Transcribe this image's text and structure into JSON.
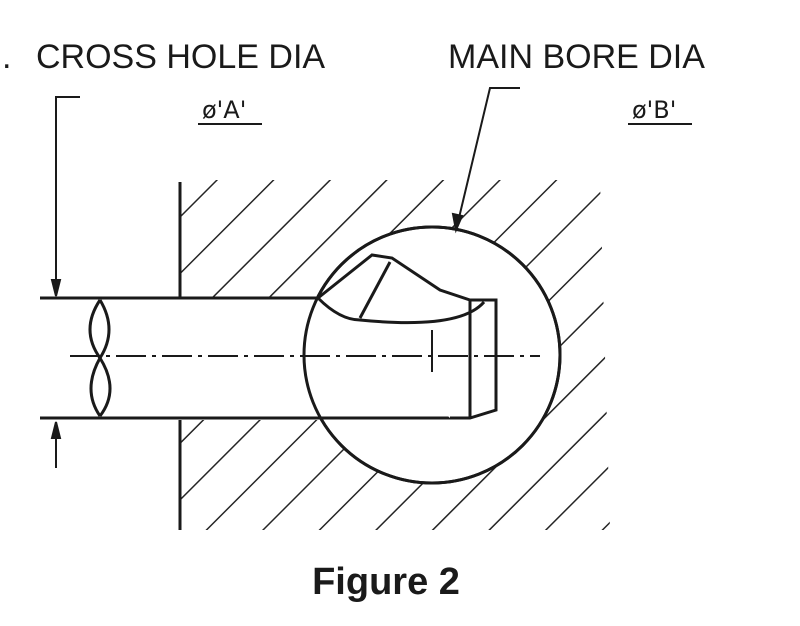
{
  "labels": {
    "prefix": ".",
    "cross_hole": "CROSS HOLE DIA",
    "main_bore": "MAIN BORE DIA"
  },
  "dimensions": {
    "cross_hole": "ø'A'",
    "main_bore": "ø'B'"
  },
  "caption": "Figure 2",
  "colors": {
    "ink": "#1a1a1a",
    "background": "#ffffff"
  }
}
